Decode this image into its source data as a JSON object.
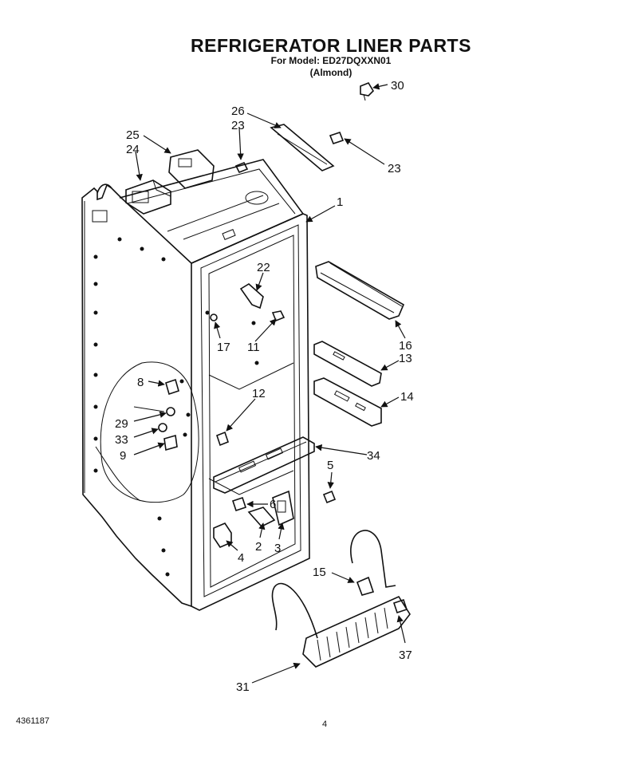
{
  "header": {
    "title": "REFRIGERATOR LINER PARTS",
    "model_line": "For Model: ED27DQXXN01",
    "color_line": "(Almond)"
  },
  "footer": {
    "doc_number": "4361187",
    "page_number": "4"
  },
  "callouts": {
    "c1": "1",
    "c2": "2",
    "c3": "3",
    "c4": "4",
    "c5": "5",
    "c6": "6",
    "c8": "8",
    "c9": "9",
    "c11": "11",
    "c12": "12",
    "c13": "13",
    "c14": "14",
    "c15": "15",
    "c16": "16",
    "c17": "17",
    "c22": "22",
    "c23a": "23",
    "c23b": "23",
    "c24": "24",
    "c25": "25",
    "c26": "26",
    "c29": "29",
    "c30": "30",
    "c31": "31",
    "c33": "33",
    "c34": "34",
    "c37": "37"
  }
}
